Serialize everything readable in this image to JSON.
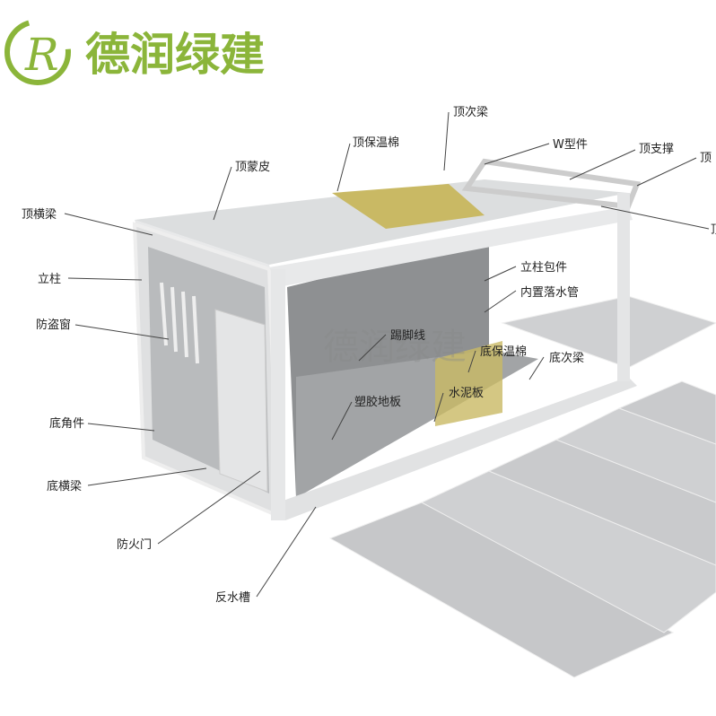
{
  "logo": {
    "text": "德润绿建",
    "letter": "R",
    "color": "#8bb53a"
  },
  "watermark": "德润绿建",
  "labels": {
    "top_secondary_beam": "顶次梁",
    "top_insulation": "顶保温棉",
    "w_piece": "W型件",
    "top_brace": "顶支撑",
    "top_corner_cut": "顶",
    "top_beam_cut": "顶",
    "top_skin": "顶蒙皮",
    "top_cross_beam": "顶横梁",
    "column": "立柱",
    "security_window": "防盗窗",
    "bottom_corner": "底角件",
    "bottom_cross_beam": "底横梁",
    "fire_door": "防火门",
    "drip_groove": "反水槽",
    "column_cover": "立柱包件",
    "internal_downpipe": "内置落水管",
    "skirting": "踢脚线",
    "bottom_insulation": "底保温棉",
    "bottom_secondary_beam": "底次梁",
    "plastic_floor": "塑胶地板",
    "cement_board": "水泥板"
  },
  "colors": {
    "frame": "#e6e8ea",
    "panel": "#c9cbcd",
    "insulation": "#c9b964",
    "interior": "#8e9092"
  }
}
